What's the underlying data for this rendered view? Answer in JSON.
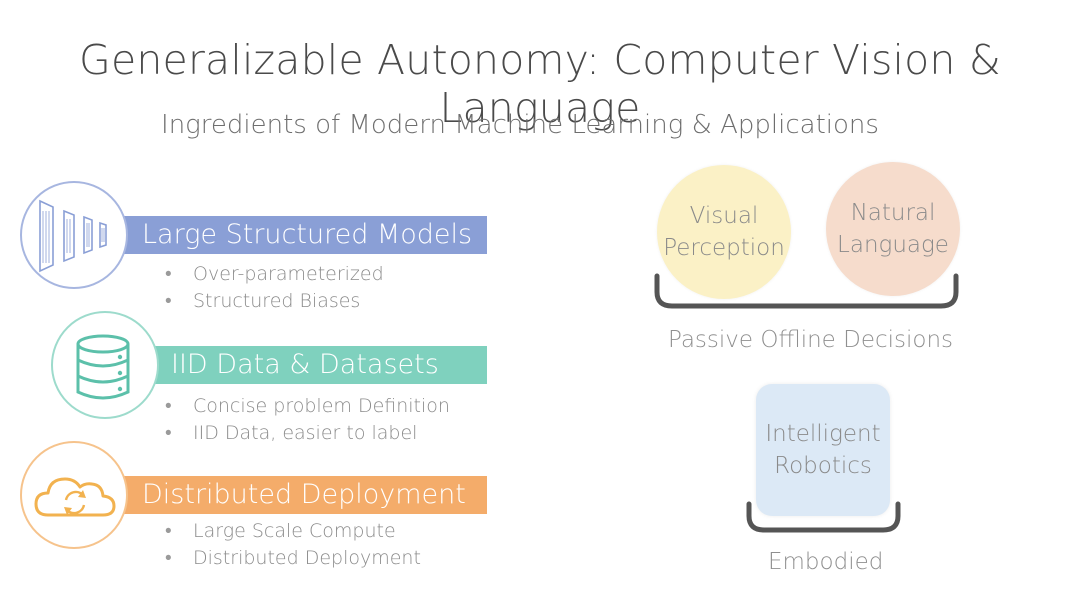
{
  "title": "Generalizable Autonomy: Computer Vision & Language",
  "subtitle": "Ingredients of Modern Machine Learning & Applications",
  "colors": {
    "models": "#8a9fd6",
    "data": "#7fd1be",
    "deploy": "#f4ac6a",
    "visual": "#fbf1c6",
    "language": "#f6dccc",
    "robotics": "#dce9f6"
  },
  "ingredients": [
    {
      "label": "Large Structured Models",
      "icon": "layers-icon",
      "bullets": [
        "Over-parameterized",
        "Structured Biases"
      ]
    },
    {
      "label": "IID Data & Datasets",
      "icon": "database-icon",
      "bullets": [
        "Concise problem Definition",
        "IID Data, easier to label"
      ]
    },
    {
      "label": "Distributed Deployment",
      "icon": "cloud-sync-icon",
      "bullets": [
        "Large Scale Compute",
        "Distributed Deployment"
      ]
    }
  ],
  "applications": {
    "visual": [
      "Visual",
      "Perception"
    ],
    "language": [
      "Natural",
      "Language"
    ],
    "passive_caption": "Passive Offline Decisions",
    "robotics": [
      "Intelligent",
      "Robotics"
    ],
    "embodied_caption": "Embodied"
  }
}
